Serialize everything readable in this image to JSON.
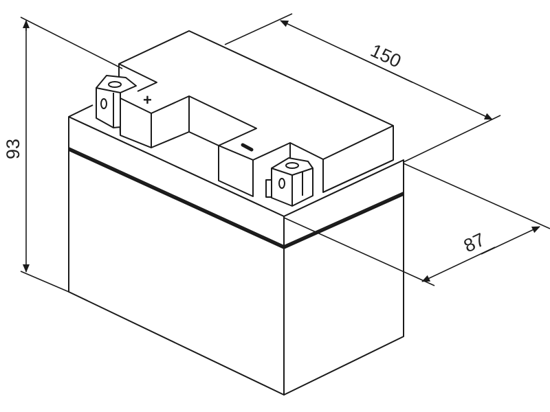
{
  "diagram": {
    "subject": "battery",
    "dimensions": {
      "height": "93",
      "length": "150",
      "width": "87"
    },
    "terminal_labels": {
      "positive": "+",
      "negative": "−"
    },
    "colors": {
      "line": "#1a1a1a",
      "background": "#ffffff"
    }
  }
}
